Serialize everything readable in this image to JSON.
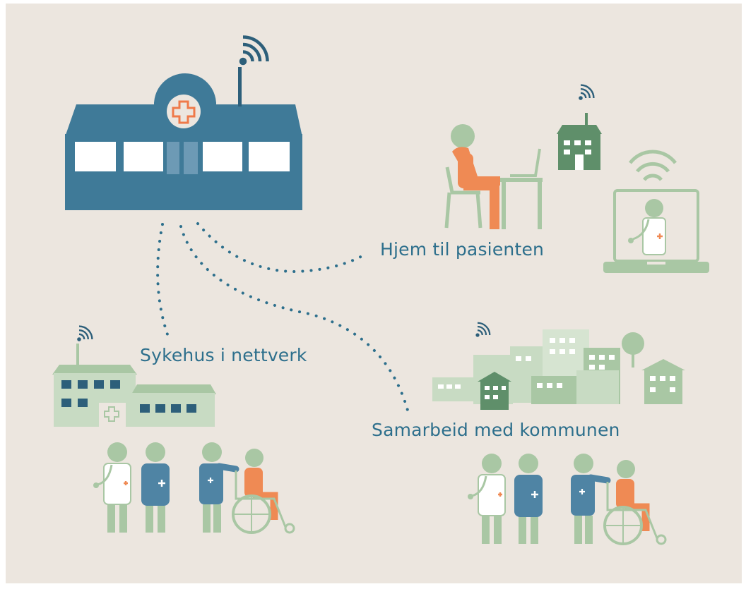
{
  "labels": {
    "home": "Hjem til pasienten",
    "network": "Sykehus i nettverk",
    "municipality": "Samarbeid med kommunen"
  },
  "colors": {
    "background": "#ece6df",
    "hospital_blue": "#3f7a98",
    "dark_blue": "#2d5f7a",
    "light_green": "#a9c7a4",
    "pale_green": "#c8dbc3",
    "dark_green": "#5f8f6a",
    "orange": "#ef8a54",
    "text_teal": "#2d6f8c"
  },
  "icons": [
    "hospital-icon",
    "broadcast-signal-icon",
    "person-at-laptop-icon",
    "small-building-icon",
    "doctor-video-call-laptop-icon",
    "network-hospital-icon",
    "city-buildings-icon",
    "tree-icon",
    "doctor-icon",
    "nurse-icon",
    "caregiver-icon",
    "wheelchair-patient-icon"
  ]
}
